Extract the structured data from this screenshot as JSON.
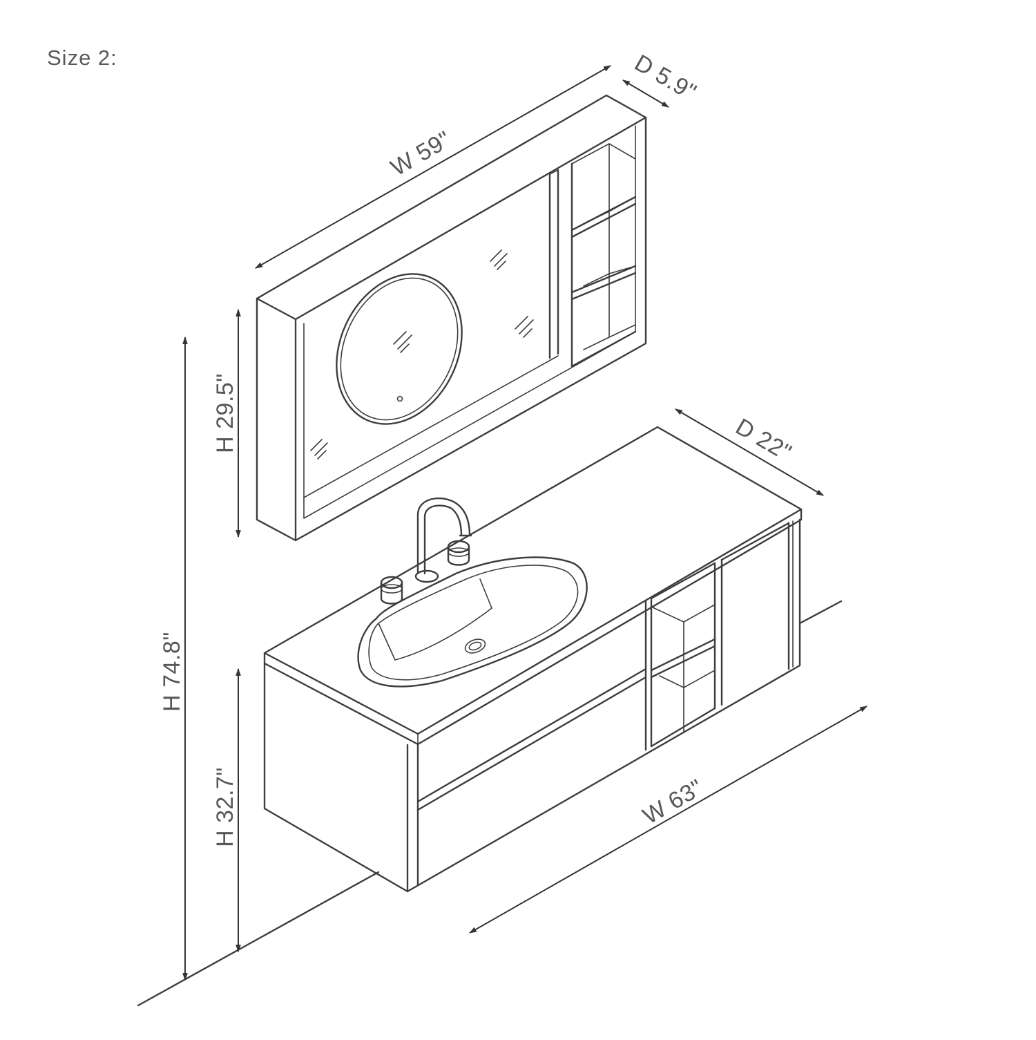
{
  "title": "Size 2:",
  "dimensions": {
    "cabinet_width": "W 59\"",
    "cabinet_depth": "D 5.9\"",
    "cabinet_height": "H 29.5\"",
    "total_height": "H 74.8\"",
    "vanity_depth": "D 22\"",
    "vanity_height": "H 32.7\"",
    "vanity_width": "W 63\""
  },
  "colors": {
    "line": "#3d3d3f",
    "text": "#58585a",
    "background": "#ffffff"
  }
}
